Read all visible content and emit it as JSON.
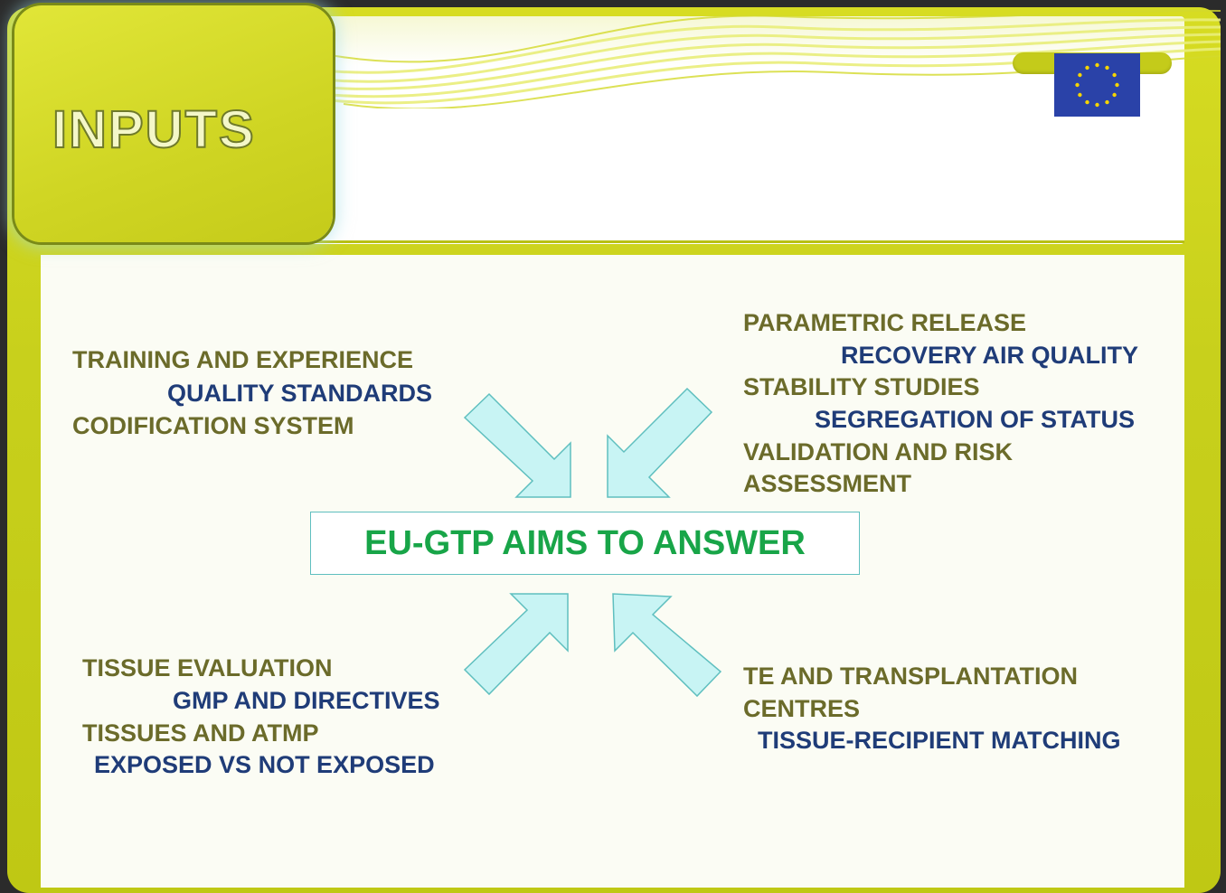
{
  "header": {
    "tab_title": "INPUTS",
    "flag_icon": "eu-flag-icon",
    "colors": {
      "frame": "#cdd21f",
      "olive_text": "#6b6b2a",
      "navy_text": "#1f3c78",
      "center_text": "#18a548",
      "arrow_fill": "#c8f4f4",
      "arrow_stroke": "#5fbfbf"
    }
  },
  "center": {
    "text": "EU-GTP AIMS TO ANSWER"
  },
  "top_left": {
    "line1": "TRAINING AND EXPERIENCE",
    "line2": "QUALITY STANDARDS",
    "line3": "CODIFICATION SYSTEM"
  },
  "top_right": {
    "line1": "PARAMETRIC RELEASE",
    "line2": "RECOVERY AIR QUALITY",
    "line3": "STABILITY STUDIES",
    "line4": "SEGREGATION OF STATUS",
    "line5": "VALIDATION AND RISK",
    "line6": "ASSESSMENT"
  },
  "bottom_left": {
    "line1": "TISSUE EVALUATION",
    "line2": "GMP AND DIRECTIVES",
    "line3": "TISSUES AND ATMP",
    "line4": "EXPOSED VS NOT EXPOSED"
  },
  "bottom_right": {
    "line1": "TE AND TRANSPLANTATION",
    "line2": "CENTRES",
    "line3": "TISSUE-RECIPIENT MATCHING"
  }
}
